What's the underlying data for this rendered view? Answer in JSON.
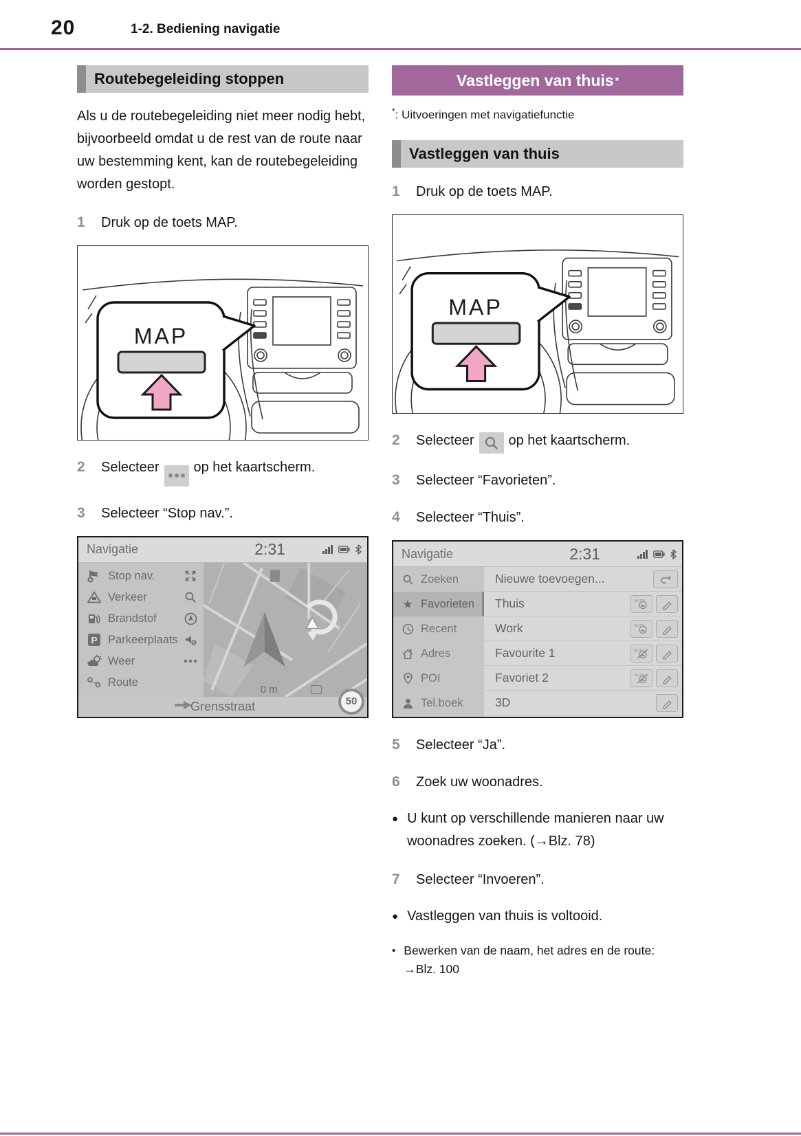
{
  "page": {
    "number": "20",
    "section": "1-2. Bediening navigatie"
  },
  "markers": {
    "bullet": "●",
    "note_bullet": "•"
  },
  "colors": {
    "accent_purple": "#a2689c",
    "banner_gray": "#c8c8c8",
    "banner_tab_gray": "#8d8d8d",
    "step_number_gray": "#8f8f8f",
    "screen_text_gray": "#6a6a68",
    "map_button_pink": "#f1a8c5"
  },
  "left": {
    "heading": "Routebegeleiding stoppen",
    "intro": "Als u de routebegeleiding niet meer nodig hebt, bijvoorbeeld omdat u de rest van de route naar uw bestemming kent, kan de routebegeleiding worden gestopt.",
    "step1": {
      "num": "1",
      "text": "Druk op de toets MAP."
    },
    "step2": {
      "num": "2",
      "pre": "Selecteer",
      "icon": "ellipsis-icon",
      "post": "op het kaartscherm."
    },
    "step3": {
      "num": "3",
      "text": "Selecteer “Stop nav.”."
    },
    "illustration": {
      "button_label": "MAP"
    },
    "nav_screen": {
      "title": "Navigatie",
      "time": "2:31",
      "status_icons": [
        "signal-icon",
        "battery-icon",
        "bluetooth-icon"
      ],
      "menu": [
        {
          "icon": "stop-nav-flag-icon",
          "label": "Stop nav.",
          "side_icon": "expand-icon"
        },
        {
          "icon": "traffic-warning-icon",
          "label": "Verkeer",
          "side_icon": "search-icon"
        },
        {
          "icon": "fuel-icon",
          "label": "Brandstof",
          "side_icon": "compass-icon"
        },
        {
          "icon": "parking-icon",
          "label": "Parkeerplaats",
          "side_icon": "mute-icon"
        },
        {
          "icon": "weather-icon",
          "label": "Weer",
          "side_icon": "more-dots-icon"
        },
        {
          "icon": "route-icon",
          "label": "Route",
          "side_icon": ""
        }
      ],
      "distance": "0 m",
      "street": "Grensstraat",
      "speed_limit": "50"
    }
  },
  "right": {
    "banner": {
      "title": "Vastleggen van thuis",
      "footnote_mark": "*"
    },
    "footnote": {
      "mark": "*",
      "text": ": Uitvoeringen met navigatiefunctie"
    },
    "heading": "Vastleggen van thuis",
    "step1": {
      "num": "1",
      "text": "Druk op de toets MAP."
    },
    "illustration": {
      "button_label": "MAP"
    },
    "step2": {
      "num": "2",
      "pre": "Selecteer",
      "icon": "search-icon",
      "post": "op het kaartscherm."
    },
    "step3": {
      "num": "3",
      "text": "Selecteer “Favorieten”."
    },
    "step4": {
      "num": "4",
      "text": "Selecteer “Thuis”."
    },
    "fav_screen": {
      "title": "Navigatie",
      "time": "2:31",
      "status_icons": [
        "signal-icon",
        "battery-icon",
        "bluetooth-icon"
      ],
      "sidebar": [
        {
          "icon": "search-icon",
          "label": "Zoeken",
          "active": false
        },
        {
          "icon": "star-icon",
          "label": "Favorieten",
          "active": true
        },
        {
          "icon": "clock-icon",
          "label": "Recent",
          "active": false
        },
        {
          "icon": "home-icon",
          "label": "Adres",
          "active": false
        },
        {
          "icon": "poi-pin-icon",
          "label": "POI",
          "active": false
        },
        {
          "icon": "person-icon",
          "label": "Tel.boek",
          "active": false
        }
      ],
      "rows": [
        {
          "label": "Nieuwe toevoegen...",
          "buttons": [
            "undo-icon"
          ]
        },
        {
          "label": "Thuis",
          "buttons": [
            "auto-icon",
            "edit-pencil-icon"
          ]
        },
        {
          "label": "Work",
          "buttons": [
            "auto-icon",
            "edit-pencil-icon"
          ]
        },
        {
          "label": "Favourite 1",
          "buttons": [
            "auto-off-icon",
            "edit-pencil-icon"
          ]
        },
        {
          "label": "Favoriet 2",
          "buttons": [
            "auto-off-icon",
            "edit-pencil-icon"
          ]
        },
        {
          "label": "3D",
          "buttons": [
            "edit-pencil-icon"
          ]
        }
      ]
    },
    "step5": {
      "num": "5",
      "text": "Selecteer “Ja”."
    },
    "step6": {
      "num": "6",
      "text": "Zoek uw woonadres."
    },
    "bullet1": "U kunt op verschillende manieren naar uw woonadres zoeken. (→Blz. 78)",
    "step7": {
      "num": "7",
      "text": "Selecteer “Invoeren”."
    },
    "bullet2": "Vastleggen van thuis is voltooid.",
    "note": "Bewerken van de naam, het adres en de route: →Blz. 100"
  }
}
